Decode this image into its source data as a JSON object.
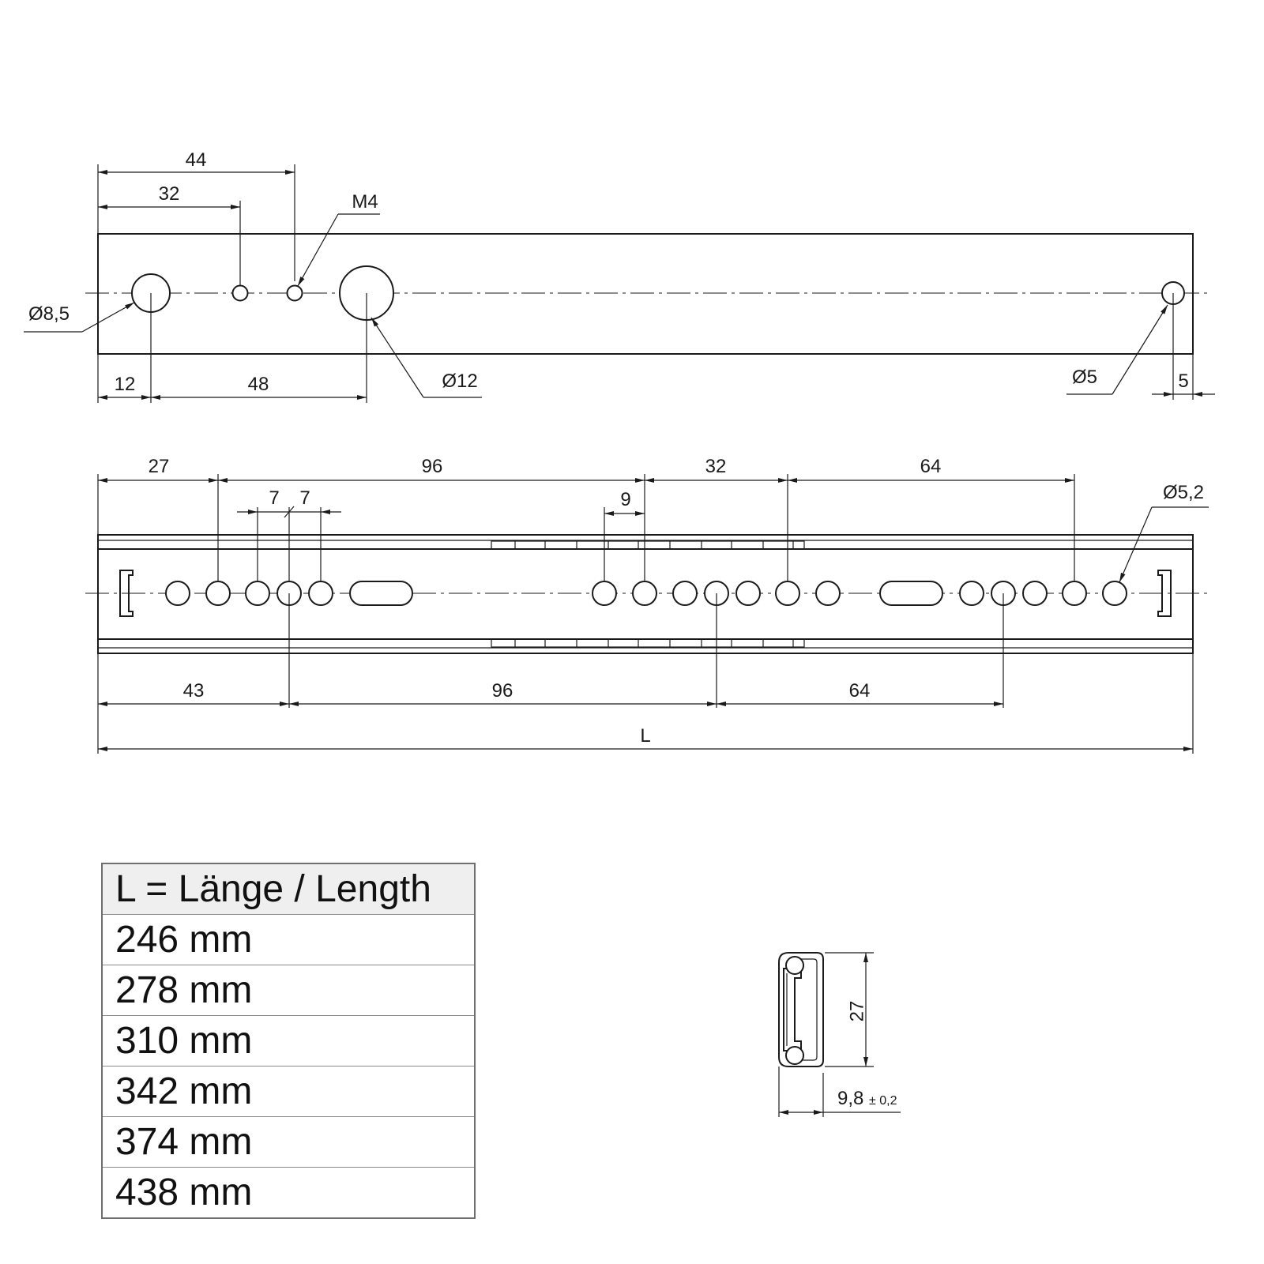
{
  "top_view": {
    "dimensions": {
      "d44": "44",
      "d32": "32",
      "thread": "M4",
      "dia85": "Ø8,5",
      "dia12": "Ø12",
      "dia5": "Ø5",
      "d12": "12",
      "d48": "48",
      "d5": "5"
    }
  },
  "side_view": {
    "dimensions": {
      "d27": "27",
      "d96_top": "96",
      "d32": "32",
      "d64_top": "64",
      "dia52": "Ø5,2",
      "d7a": "7",
      "d7b": "7",
      "d9": "9",
      "d43": "43",
      "d96_bottom": "96",
      "d64_bottom": "64",
      "length": "L"
    }
  },
  "section_view": {
    "height": "27",
    "width": "9,8",
    "tolerance": "± 0,2"
  },
  "length_table": {
    "header": "L = Länge / Length",
    "rows": [
      "246 mm",
      "278 mm",
      "310 mm",
      "342 mm",
      "374 mm",
      "438 mm"
    ]
  }
}
